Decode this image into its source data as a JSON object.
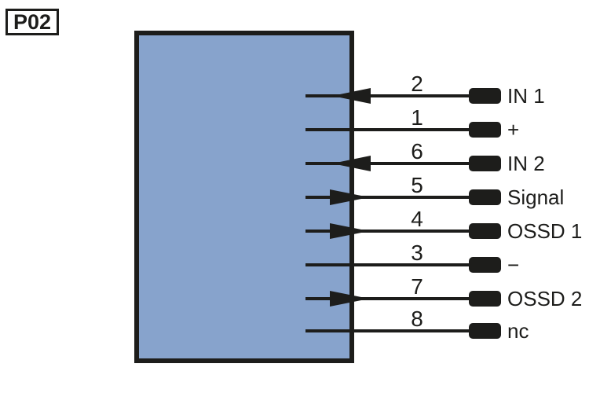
{
  "diagram": {
    "id": "P02",
    "colors": {
      "ink": "#1D1D1B",
      "device_fill": "#87A3CC",
      "background": "#FFFFFF"
    },
    "pins": [
      {
        "number": "2",
        "label": "IN 1",
        "direction": "in"
      },
      {
        "number": "1",
        "label": "+",
        "direction": "none"
      },
      {
        "number": "6",
        "label": "IN 2",
        "direction": "in"
      },
      {
        "number": "5",
        "label": "Signal",
        "direction": "out"
      },
      {
        "number": "4",
        "label": "OSSD 1",
        "direction": "out"
      },
      {
        "number": "3",
        "label": "−",
        "direction": "none"
      },
      {
        "number": "7",
        "label": "OSSD 2",
        "direction": "out"
      },
      {
        "number": "8",
        "label": "nc",
        "direction": "none"
      }
    ]
  }
}
